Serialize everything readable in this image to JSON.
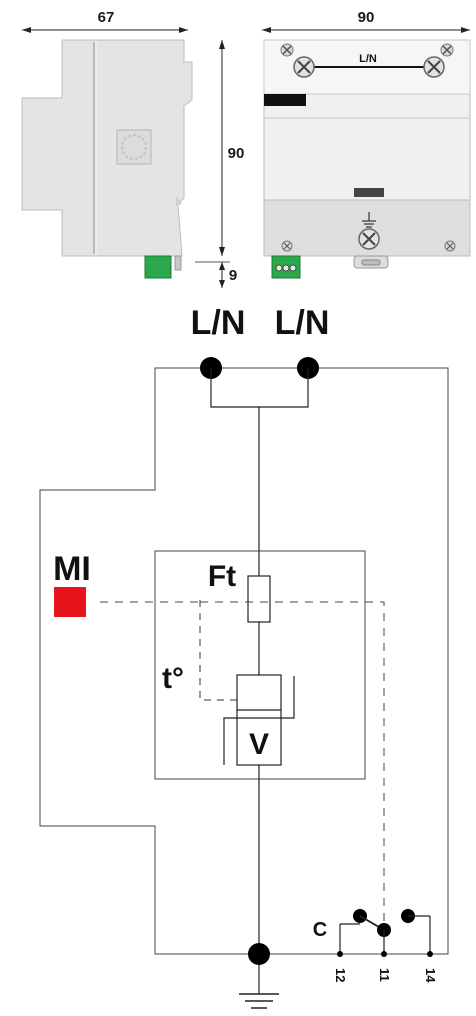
{
  "dimensions": {
    "side_width": "67",
    "front_width": "90",
    "height": "90",
    "terminal_height": "9"
  },
  "front_panel": {
    "top_label": "L/N"
  },
  "schematic": {
    "terminal_left": "L/N",
    "terminal_right": "L/N",
    "mi_label": "MI",
    "fuse_label": "Ft",
    "thermal_label": "t°",
    "varistor_label": "V",
    "contact_label": "C",
    "contact_pins": [
      "12",
      "11",
      "14"
    ]
  },
  "colors": {
    "indicator_red": "#e8141c",
    "terminal_green": "#2aa84a",
    "body_grey": "#e6e6e6"
  }
}
